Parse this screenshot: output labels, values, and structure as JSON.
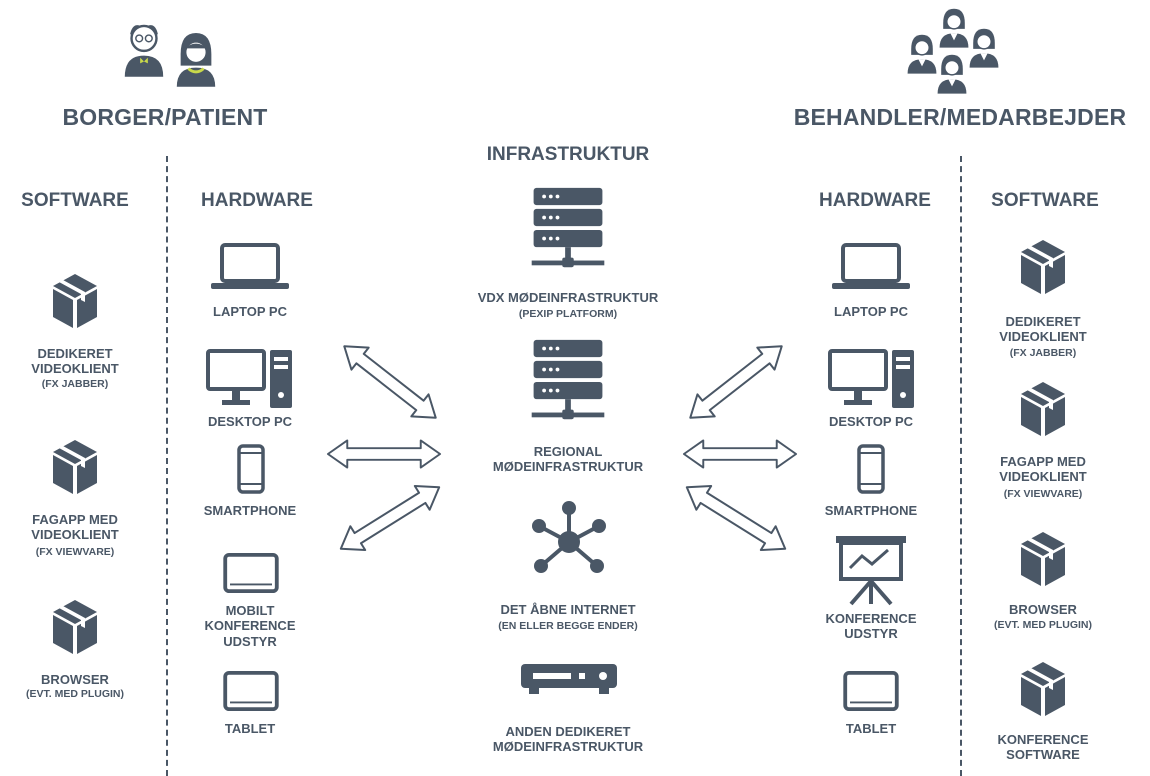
{
  "left": {
    "title": "BORGER/PATIENT",
    "software": {
      "heading": "SOFTWARE",
      "items": [
        {
          "label": "DEDIKERET\nVIDEOKLIENT",
          "note": "(FX JABBER)"
        },
        {
          "label": "FAGAPP MED\nVIDEOKLIENT",
          "note": "(FX VIEWVARE)"
        },
        {
          "label": "BROWSER",
          "note": "(EVT. MED PLUGIN)"
        }
      ]
    },
    "hardware": {
      "heading": "HARDWARE",
      "items": [
        "LAPTOP PC",
        "DESKTOP PC",
        "SMARTPHONE",
        "MOBILT\nKONFERENCE\nUDSTYR",
        "TABLET"
      ]
    }
  },
  "center": {
    "heading": "INFRASTRUKTUR",
    "items": [
      {
        "label": "VDX MØDEINFRASTRUKTUR",
        "note": "(PEXIP PLATFORM)"
      },
      {
        "label": "REGIONAL\nMØDEINFRASTRUKTUR",
        "note": ""
      },
      {
        "label": "DET ÅBNE INTERNET",
        "note": "(EN ELLER BEGGE ENDER)"
      },
      {
        "label": "ANDEN DEDIKERET\nMØDEINFRASTRUKTUR",
        "note": ""
      }
    ]
  },
  "right": {
    "title": "BEHANDLER/MEDARBEJDER",
    "hardware": {
      "heading": "HARDWARE",
      "items": [
        "LAPTOP PC",
        "DESKTOP PC",
        "SMARTPHONE",
        "KONFERENCE\nUDSTYR",
        "TABLET"
      ]
    },
    "software": {
      "heading": "SOFTWARE",
      "items": [
        {
          "label": "DEDIKERET\nVIDEOKLIENT",
          "note": "(FX JABBER)"
        },
        {
          "label": "FAGAPP MED\nVIDEOKLIENT",
          "note": "(FX VIEWVARE)"
        },
        {
          "label": "BROWSER",
          "note": "(EVT. MED PLUGIN)"
        },
        {
          "label": "KONFERENCE\nSOFTWARE",
          "note": ""
        }
      ]
    }
  },
  "icons": {
    "people_left": "elderly-couple-icon",
    "people_right": "medical-staff-group-icon",
    "software": "package-box-icon",
    "laptop": "laptop-icon",
    "desktop": "desktop-pc-icon",
    "smartphone": "smartphone-icon",
    "tablet": "tablet-icon",
    "server": "server-rack-icon",
    "internet": "network-hub-icon",
    "appliance": "media-box-icon",
    "projector": "presentation-screen-icon",
    "arrow": "double-arrow-icon"
  },
  "colors": {
    "primary": "#4a5766",
    "background": "#ffffff"
  }
}
